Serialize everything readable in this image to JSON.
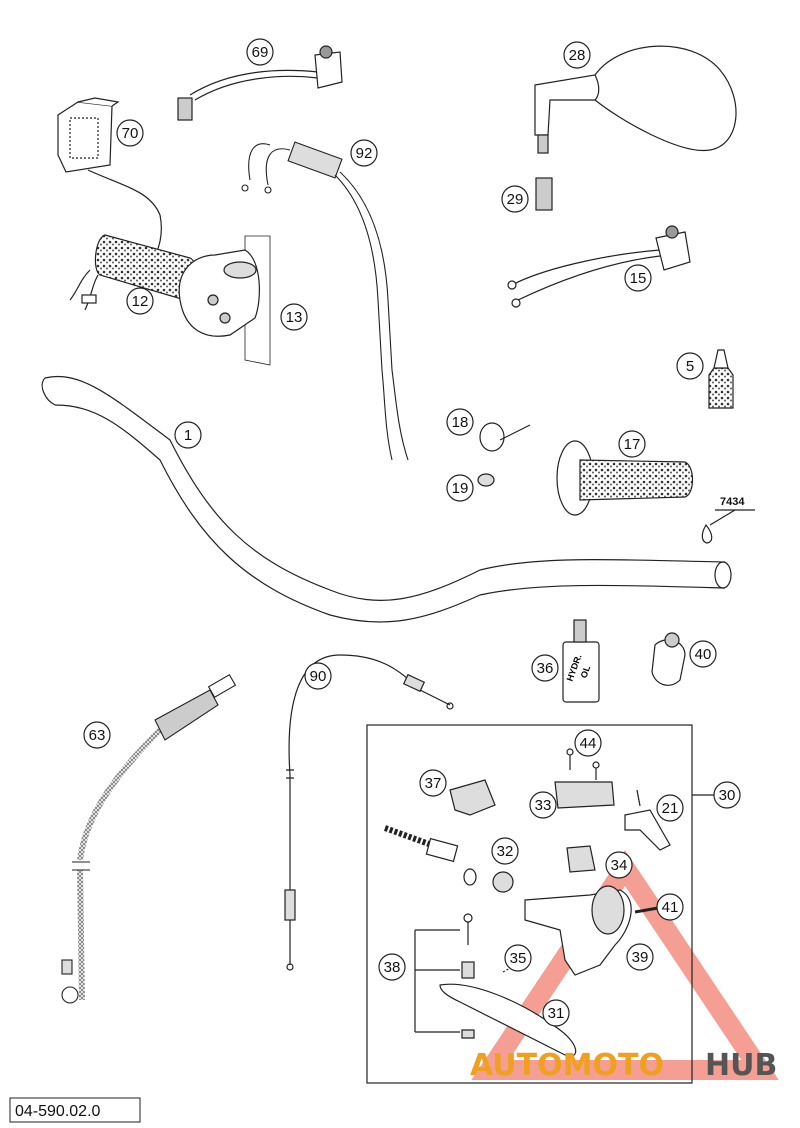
{
  "document_number": "04-590.02.0",
  "watermark": {
    "part1": "AUTOMOTO",
    "part2": "HUB",
    "color_orange": "#f0a020",
    "color_red": "#e03030",
    "color_gray": "#555555"
  },
  "callouts": {
    "c69": "69",
    "c70": "70",
    "c92": "92",
    "c28": "28",
    "c29": "29",
    "c15": "15",
    "c12": "12",
    "c13": "13",
    "c5": "5",
    "c1": "1",
    "c18": "18",
    "c19": "19",
    "c17": "17",
    "c36": "36",
    "c40": "40",
    "c90": "90",
    "c63": "63",
    "c44": "44",
    "c37": "37",
    "c33": "33",
    "c21": "21",
    "c30": "30",
    "c32": "32",
    "c34": "34",
    "c41": "41",
    "c39": "39",
    "c38": "38",
    "c35": "35",
    "c31": "31"
  },
  "ref_7434": "7434",
  "hydraulic_oil_label": {
    "line1": "HYDR.",
    "line2": "OL"
  }
}
